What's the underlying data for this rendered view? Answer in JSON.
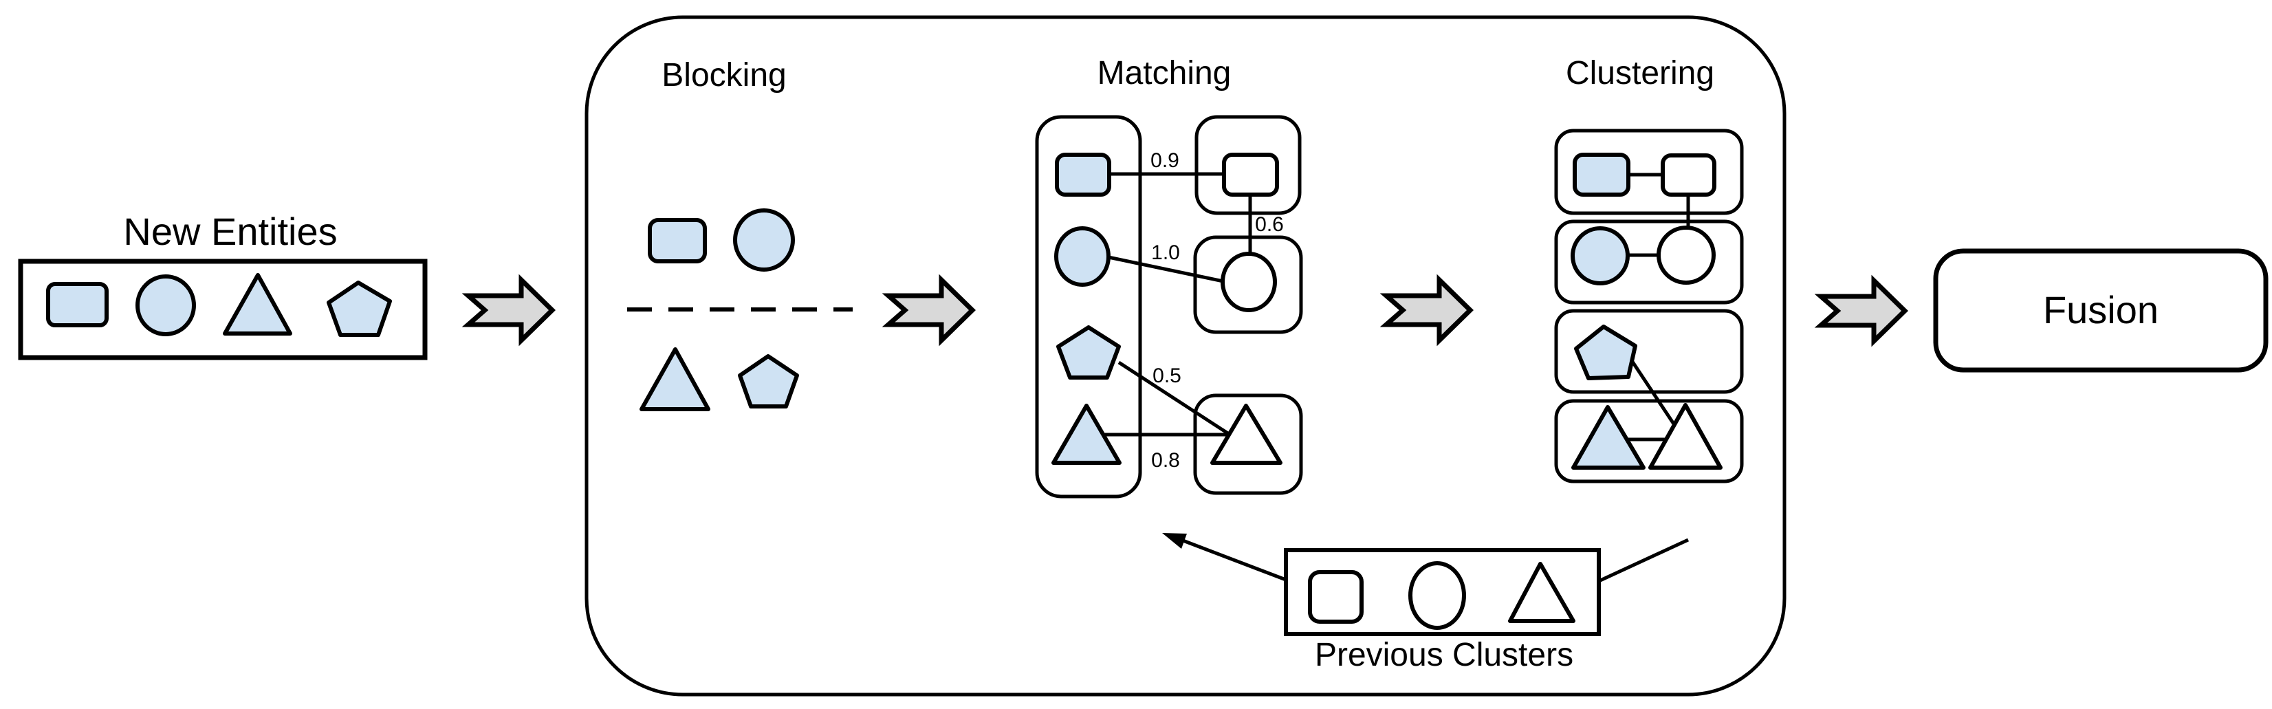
{
  "figure": {
    "new_entities": {
      "label": "New Entities"
    },
    "stages": {
      "blocking": {
        "label": "Blocking"
      },
      "matching": {
        "label": "Matching",
        "scores": {
          "square_square": "0.9",
          "square_circle": "0.6",
          "circle_circle": "1.0",
          "pentagon_triangle": "0.5",
          "triangle_triangle": "0.8"
        }
      },
      "clustering": {
        "label": "Clustering"
      }
    },
    "fusion": {
      "label": "Fusion"
    },
    "previous_clusters": {
      "label": "Previous Clusters"
    },
    "colors": {
      "entity_fill": "#cfe2f3",
      "matched_fill": "#ffffff",
      "arrow_fill": "#d9d9d9",
      "outline": "#000000",
      "background": "#ffffff"
    }
  }
}
